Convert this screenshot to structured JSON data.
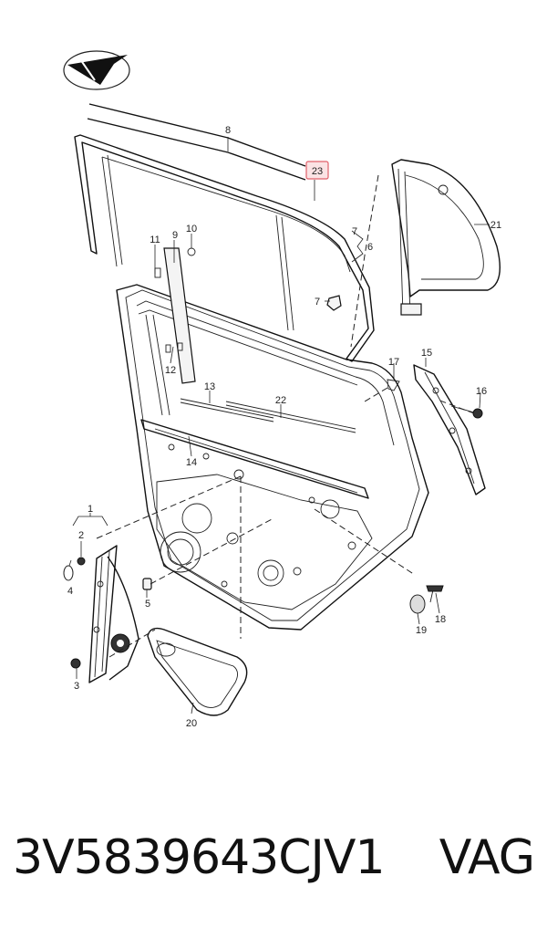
{
  "diagram": {
    "callouts": {
      "c1": "1",
      "c2": "2",
      "c3": "3",
      "c4": "4",
      "c5": "5",
      "c6": "6",
      "c7a": "7",
      "c7b": "7",
      "c8": "8",
      "c9": "9",
      "c10": "10",
      "c11": "11",
      "c12": "12",
      "c13": "13",
      "c14": "14",
      "c15": "15",
      "c16": "16",
      "c17": "17",
      "c18": "18",
      "c19": "19",
      "c20": "20",
      "c21": "21",
      "c22": "22",
      "c23": "23"
    },
    "highlight_color": "#e0606a",
    "logo_icon": "direction-arrow-logo-icon"
  },
  "footer": {
    "part_number": "3V5839643CJV1",
    "brand": "VAG"
  }
}
